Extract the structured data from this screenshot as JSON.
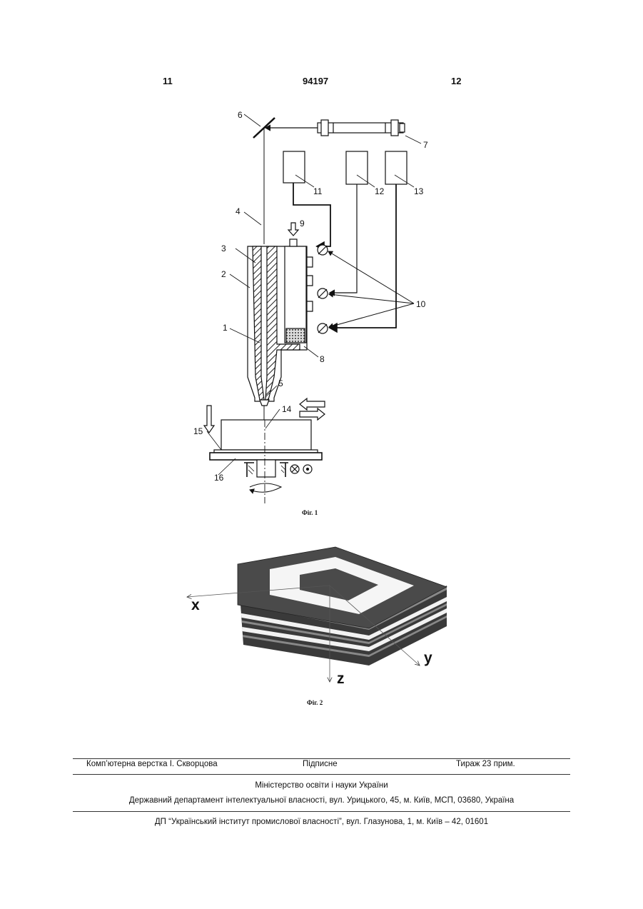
{
  "header": {
    "page_left": "11",
    "document_number": "94197",
    "page_right": "12"
  },
  "figure1": {
    "caption": "Фіг. 1",
    "labels": {
      "l1": "1",
      "l2": "2",
      "l3": "3",
      "l4": "4",
      "l5": "5",
      "l6": "6",
      "l7": "7",
      "l8": "8",
      "l9": "9",
      "l10": "10",
      "l11": "11",
      "l12": "12",
      "l13": "13",
      "l14": "14",
      "l15": "15",
      "l16": "16"
    }
  },
  "figure2": {
    "caption": "Фіг. 2",
    "axes": {
      "x": "x",
      "y": "y",
      "z": "z"
    }
  },
  "footer": {
    "typesetting": "Комп’ютерна верстка І. Скворцова",
    "signed": "Підписне",
    "circulation": "Тираж 23 прим.",
    "ministry": "Міністерство освіти і науки України",
    "department": "Державний департамент інтелектуальної власності, вул. Урицького, 45, м. Київ, МСП, 03680, Україна",
    "institute": "ДП “Український інститут промислової власності”, вул. Глазунова, 1, м. Київ – 42, 01601"
  }
}
